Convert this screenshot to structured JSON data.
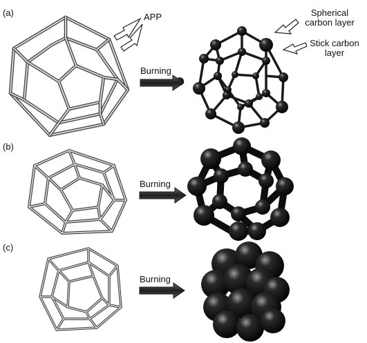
{
  "panels": [
    {
      "letter": "(a)",
      "action": "Burning"
    },
    {
      "letter": "(b)",
      "action": "Burning"
    },
    {
      "letter": "(c)",
      "action": "Burning"
    }
  ],
  "annotations": {
    "app": "APP",
    "spherical_line1": "Spherical",
    "spherical_line2": "carbon layer",
    "stick_line1": "Stick carbon",
    "stick_line2": "layer"
  },
  "colors": {
    "frame_light": "#c9c9c9",
    "frame_dark": "#3c3c3c",
    "ball": "#141414",
    "arrow": "#2e2e2e"
  }
}
